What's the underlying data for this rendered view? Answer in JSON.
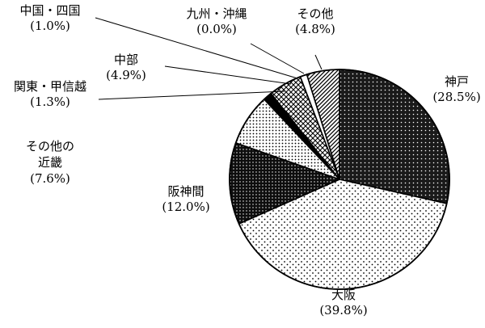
{
  "chart_data": {
    "type": "pie",
    "title": "",
    "slices": [
      {
        "label_lines": [
          "神戸"
        ],
        "pct_text": "(28.5%)",
        "value": 28.5,
        "pattern": "dense-dots"
      },
      {
        "label_lines": [
          "大阪"
        ],
        "pct_text": "(39.8%)",
        "value": 39.8,
        "pattern": "sparse-dots"
      },
      {
        "label_lines": [
          "阪神間"
        ],
        "pct_text": "(12.0%)",
        "value": 12.0,
        "pattern": "dark-dots"
      },
      {
        "label_lines": [
          "その他の",
          "近畿"
        ],
        "pct_text": "(7.6%)",
        "value": 7.6,
        "pattern": "light-dots"
      },
      {
        "label_lines": [
          "関東・甲信越"
        ],
        "pct_text": "(1.3%)",
        "value": 1.3,
        "pattern": "black"
      },
      {
        "label_lines": [
          "中部"
        ],
        "pct_text": "(4.9%)",
        "value": 4.9,
        "pattern": "crosshatch"
      },
      {
        "label_lines": [
          "中国・四国"
        ],
        "pct_text": "(1.0%)",
        "value": 1.0,
        "pattern": "white"
      },
      {
        "label_lines": [
          "九州・沖縄"
        ],
        "pct_text": "(0.0%)",
        "value": 0.0,
        "pattern": "white"
      },
      {
        "label_lines": [
          "その他"
        ],
        "pct_text": "(4.8%)",
        "value": 4.8,
        "pattern": "diagonal"
      }
    ]
  }
}
